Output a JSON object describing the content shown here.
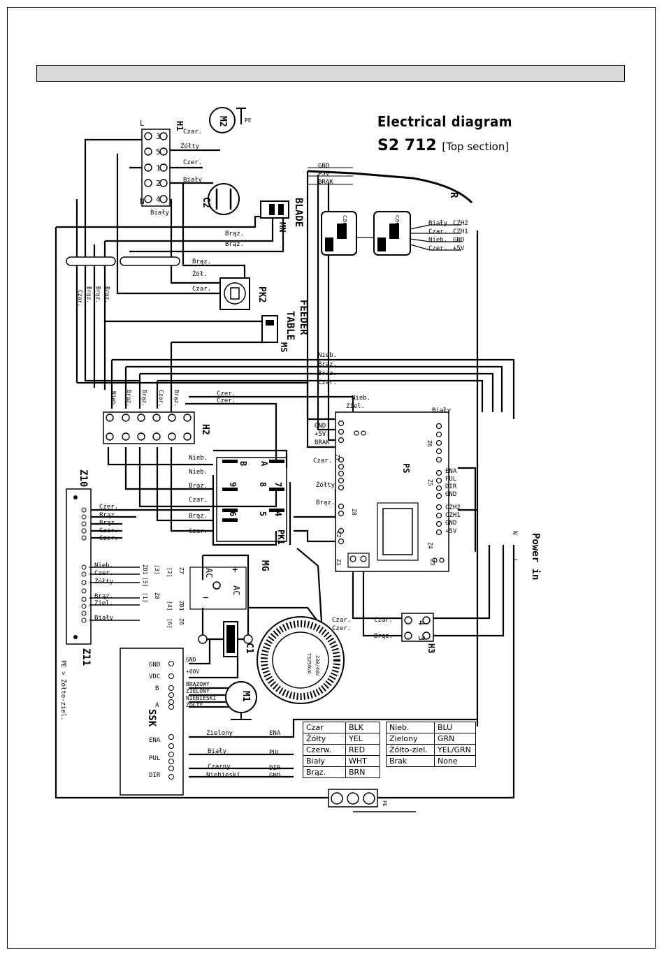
{
  "title": "Electrical diagram",
  "subtitle_main": "S2 712",
  "subtitle_paren": "[Top section]",
  "labels": {
    "M2": "M2",
    "PE_top": "PE",
    "H1": "H1",
    "C2": "C2",
    "H1_1": "1",
    "H1_2": "2",
    "H1_3": "3",
    "H1_4": "4",
    "H1_5": "5",
    "H1_N": "N",
    "H1_L": "L",
    "h1_czar": "Czar.",
    "h1_zolty": "Żółty",
    "h1_czer": "Czer.",
    "h1_bialy": "Biały",
    "h1_bialy2": "Biały",
    "blade": "BLADE",
    "mn": "MN",
    "braz1": "Brąz.",
    "braz2": "Brąz.",
    "pk2": "PK2",
    "braz3": "Brąz.",
    "zol": "Żół.",
    "czar_pk2": "Czar.",
    "feeder": "FEEDER",
    "table": "TABLE",
    "ms": "MS",
    "vert_czar": "Czar.",
    "vert_brazA": "Brąz.",
    "vert_brazB": "Brąz.",
    "vert_brazC": "Brąz.",
    "gnd_r": "GND",
    "v5_r": "+5V",
    "brak_r": "BRAK",
    "R": "R",
    "czh1": "CZH1",
    "czh2": "CZH2",
    "s_bialy": "Biały",
    "s_czar": "Czar.",
    "s_nieb": "Nieb.",
    "s_czer": "Czer.",
    "s_czh2": "CZH2",
    "s_czh1": "CZH1",
    "s_gnd": "GND",
    "s_5v": "+5V",
    "bus_nieb": "Nieb.",
    "bus_brazA": "Brąz.",
    "bus_brazB": "Brąz.",
    "bus_czar": "Czar.",
    "h2_czer1": "Czer.",
    "h2_czer2": "Czer.",
    "H2": "H2",
    "h2_nieb": "Nieb.",
    "h2_brazA": "Brąz.",
    "h2_brazB": "Brąz.",
    "h2_czar": "Czar.",
    "h2_brazC": "Brąz.",
    "pk1": "PK1",
    "pk1_A": "A",
    "pk1_B": "B",
    "pk1_7": "7",
    "pk1_8": "8",
    "pk1_9": "9",
    "pk1_4": "4",
    "pk1_5": "5",
    "pk1_6": "6",
    "pk1_nieb1": "Nieb.",
    "pk1_nieb2": "Nieb.",
    "pk1_brazA": "Brąz.",
    "pk1_czar": "Czar.",
    "pk1_brazB": "Brąz.",
    "pk1_czarB": "Czar.",
    "Z10": "Z10",
    "z10_czer": "Czer.",
    "z10_brazA": "Brąz.",
    "z10_brazB": "Brąz.",
    "z10_czarA": "Czar.",
    "z10_czarB": "Czer.",
    "Z11": "Z11",
    "z11_nieb": "Nieb.",
    "z11_czer": "Czer.",
    "z11_zolty": "Żółty",
    "z11_braz": "Brąz.",
    "z11_ziel": "Ziel.",
    "z11_bialy": "Biały",
    "ZD1": "ZD1",
    "ZD1b": "ZD1",
    "Z7": "Z7",
    "Z7b": "Z7",
    "Z8": "Z8",
    "Z6": "Z6",
    "r3": "[3]",
    "r2": "[2]",
    "r1": "[1]",
    "r4": "[4]",
    "r5": "[5]",
    "r6": "[6]",
    "pe_zolto": "PE > Żółto-ziel.",
    "MG": "MG",
    "mg_ac1": "AC",
    "mg_ac2": "AC",
    "mg_plus": "+",
    "mg_minus": "−",
    "C1": "C1",
    "trafo1": "TS250VA",
    "trafo2": "230/48V",
    "SSK": "SSK",
    "ssk_gnd": "GND",
    "ssk_vdc": "VDC",
    "ssk_b": "B",
    "ssk_a": "A",
    "ssk_ena": "ENA",
    "ssk_pul": "PUL",
    "ssk_dir": "DIR",
    "w_gnd": "GND",
    "w_60v": "+60V",
    "w_brazowy": "BRĄZOWY",
    "w_zielony": "ZIELONY",
    "w_niebieski": "NIEBIESKI",
    "w_zolty": "ŻÓŁTY",
    "M1": "M1",
    "e_zielony": "Zielony",
    "e_ena": "ENA",
    "e_bialy": "Biały",
    "e_pul": "PUL",
    "e_czarny": "Czarny",
    "e_dir": "DIR",
    "e_niebieski": "Niebieski",
    "e_gnd": "GND",
    "PS": "PS",
    "Z1": "Z1",
    "Z2": "Z2",
    "Z3": "Z3",
    "Z4": "Z4",
    "Z5": "Z5",
    "Z6ps": "Z6",
    "ps_gnd": "GND",
    "ps_5v": "+5V",
    "ps_brak": "BRAK",
    "ps_czar": "Czar.",
    "ps_zolty": "Żółty",
    "ps_braz": "Brąz.",
    "ps_nieb": "Nieb.",
    "ps_ziel": "Ziel.",
    "ps_bialy": "Biały",
    "ps_ena": "ENA",
    "ps_pul": "PUL",
    "ps_dir": "DIR",
    "ps_gnd2": "GND",
    "ps_czh2": "CZH2",
    "ps_czh1": "CZH1",
    "ps_gnd3": "GND",
    "ps_5v2": "+5V",
    "ps_czar_b": "Czar.",
    "ps_czer_b": "Czer.",
    "h3_czar": "Czar.",
    "h3_braz": "Brąz.",
    "H3": "H3",
    "H3_3": "3",
    "H3_4": "4",
    "power_in": "Power in",
    "pw_N": "N",
    "pw_L": "L",
    "pe_bottom": "PE"
  },
  "legend": [
    [
      "Czar",
      "BLK"
    ],
    [
      "Żółty",
      "YEL"
    ],
    [
      "Czerw.",
      "RED"
    ],
    [
      "Biały",
      "WHT"
    ],
    [
      "Brąz.",
      "BRN"
    ]
  ],
  "legend2": [
    [
      "Nieb.",
      "BLU"
    ],
    [
      "Zielony",
      "GRN"
    ],
    [
      "Żółto-ziel.",
      "YEL/GRN"
    ],
    [
      "Brak",
      "None"
    ]
  ]
}
